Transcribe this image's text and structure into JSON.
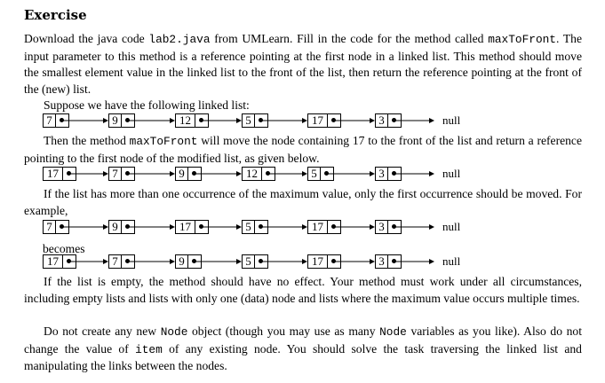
{
  "heading": "Exercise",
  "intro": {
    "t1": "Download the java code ",
    "file": "lab2.java",
    "t2": " from UMLearn. Fill in the code for the method called ",
    "method": "maxToFront",
    "t3": ". The input parameter to this method is a reference pointing at the first node in a linked list. This method should move the smallest element value in the linked list to the front of the list, then return the reference pointing at the front of the (new) list."
  },
  "suppose": "Suppose we have the following linked list:",
  "then": {
    "t1": "Then the method ",
    "method": "maxToFront",
    "t2": " will move the node containing 17 to the front of the list and return a reference pointing to the first node of the modified list, as given below."
  },
  "multiple": "If the list has more than one occurrence of the maximum value, only the first occurrence should be moved. For example,",
  "becomes": "becomes",
  "empty": "If the list is empty, the method should have no effect. Your method must work under all circumstances, including empty lists and lists with only one (data) node and lists where the maximum value occurs multiple times.",
  "donot": {
    "t1": "Do not create any new ",
    "node": "Node",
    "t2": " object (though you may use as many ",
    "node2": "Node",
    "t3": " variables as you like). Also do not change the value of ",
    "item": "item",
    "t4": " of any existing node. You should solve the task traversing the linked list and manipulating the links between the nodes."
  },
  "null_label": "null",
  "lists": {
    "list1": [
      "7",
      "9",
      "12",
      "5",
      "17",
      "3"
    ],
    "list2": [
      "17",
      "7",
      "9",
      "12",
      "5",
      "3"
    ],
    "list3": [
      "7",
      "9",
      "17",
      "5",
      "17",
      "3"
    ],
    "list4": [
      "17",
      "7",
      "9",
      "5",
      "17",
      "3"
    ]
  }
}
